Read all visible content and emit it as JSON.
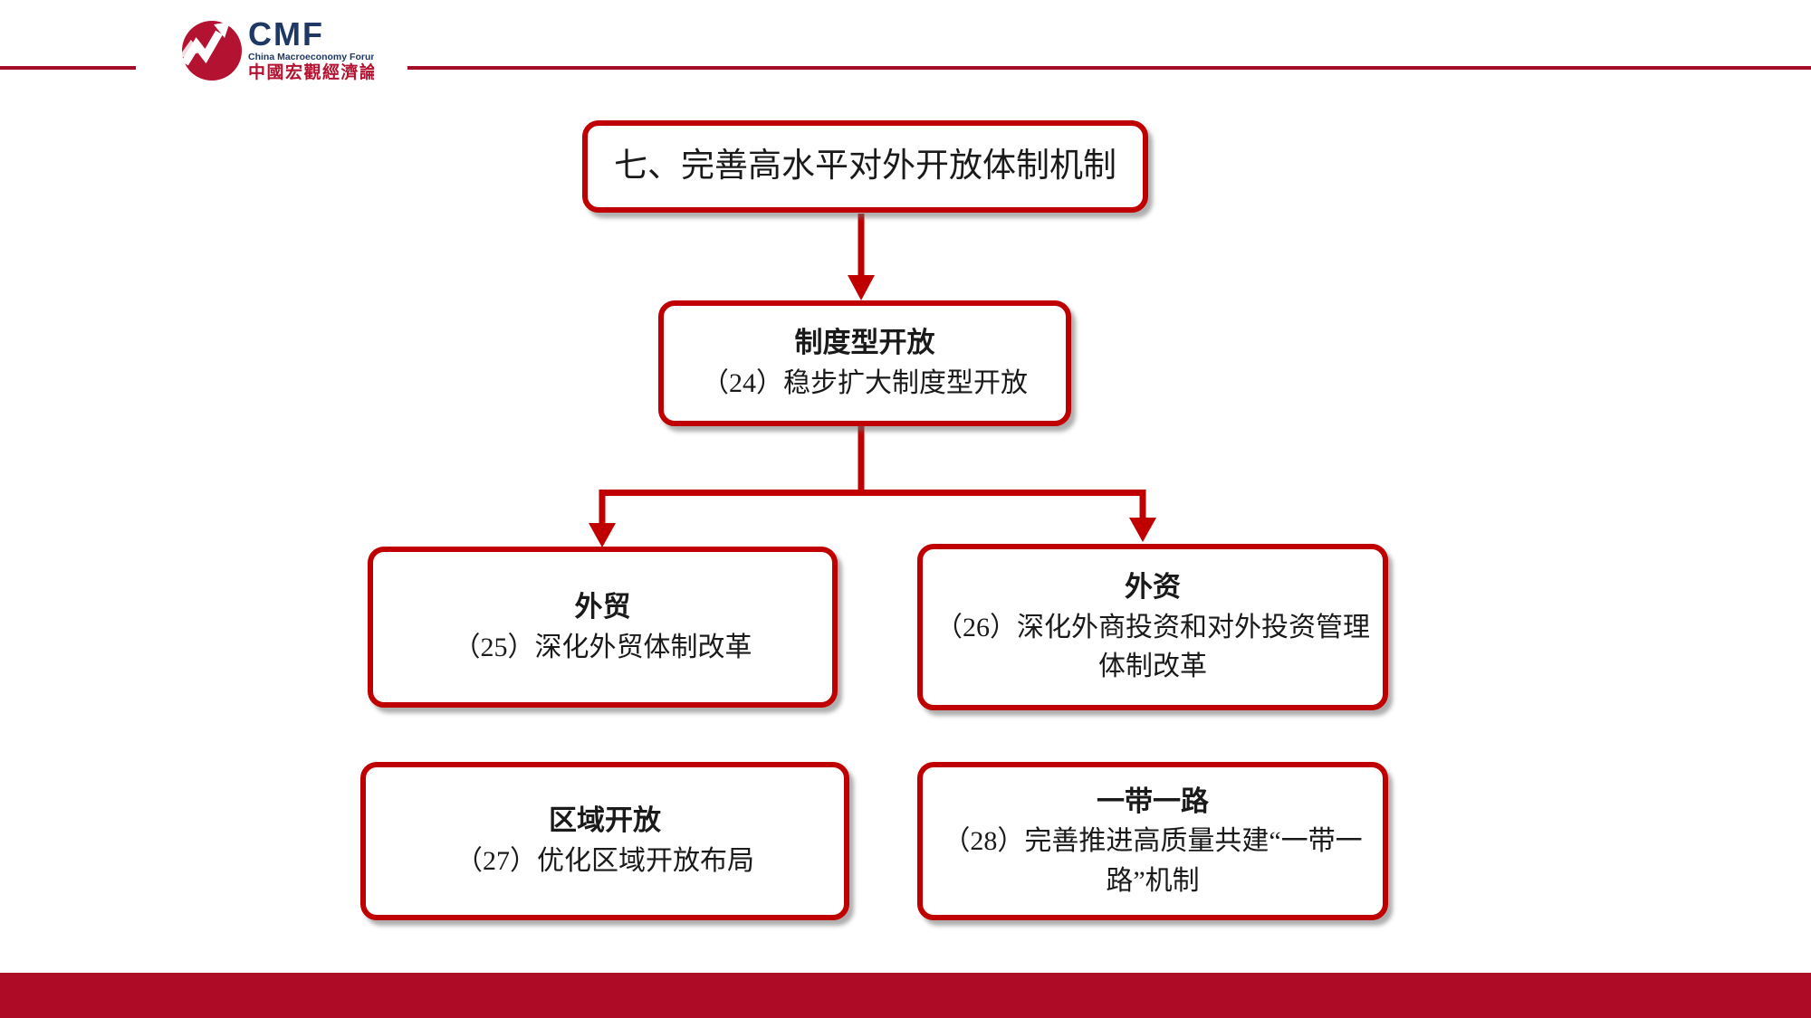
{
  "logo": {
    "acronym": "CMF",
    "subtitle_en": "China Macroeconomy Forum",
    "subtitle_zh": "中國宏觀經濟論壇"
  },
  "colors": {
    "node_border_red": "#C00000",
    "connector_red": "#C00000",
    "footer_band_red": "#AE0B26",
    "header_line_red": "#A40E26",
    "logo_navy": "#1F3864",
    "logo_red": "#B31230"
  },
  "diagram": {
    "root": {
      "title": "七、完善高水平对外开放体制机制"
    },
    "level2": {
      "title": "制度型开放",
      "subtitle": "（24）稳步扩大制度型开放"
    },
    "children": [
      {
        "title": "外贸",
        "subtitle": "（25）深化外贸体制改革"
      },
      {
        "title": "外资",
        "subtitle": "（26）深化外商投资和对外投资管理体制改革"
      },
      {
        "title": "区域开放",
        "subtitle": "（27）优化区域开放布局"
      },
      {
        "title": "一带一路",
        "subtitle": "（28）完善推进高质量共建“一带一路”机制"
      }
    ]
  }
}
